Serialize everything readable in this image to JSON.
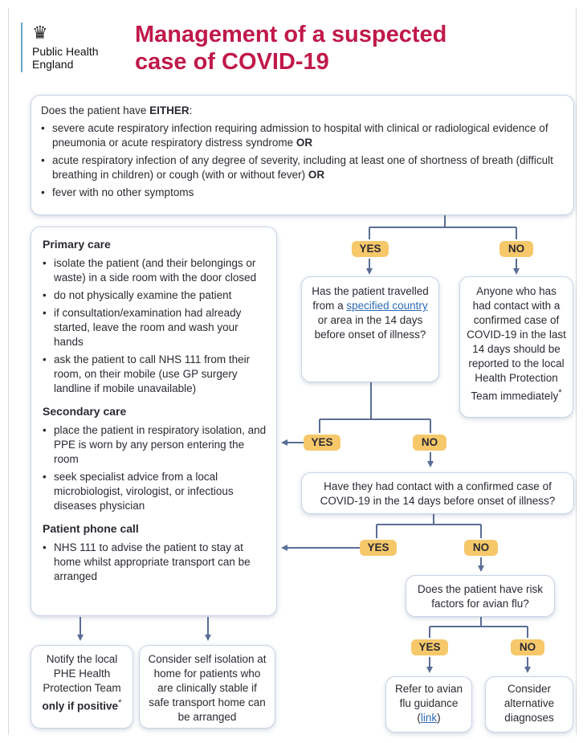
{
  "header": {
    "org_line1": "Public Health",
    "org_line2": "England",
    "title_line1": "Management of a suspected",
    "title_line2": "case of COVID-19"
  },
  "question_box": {
    "intro": "Does the patient have ",
    "intro_bold": "EITHER",
    "intro_end": ":",
    "items": [
      {
        "text": "severe acute respiratory infection requiring admission to hospital with clinical or radiological evidence of pneumonia or acute respiratory distress syndrome ",
        "bold": "OR"
      },
      {
        "text": "acute respiratory infection of any degree of severity, including at least one of shortness of breath (difficult breathing in children) or cough (with or without fever) ",
        "bold": "OR"
      },
      {
        "text": "fever with no other symptoms",
        "bold": ""
      }
    ]
  },
  "care_box": {
    "primary_title": "Primary care",
    "primary_items": [
      "isolate the patient (and their belongings or waste) in a side room with the door closed",
      "do not physically examine the patient",
      "if consultation/examination had already started, leave the room and wash your hands",
      "ask the patient to call NHS 111 from their room, on their mobile (use GP surgery landline if mobile unavailable)"
    ],
    "secondary_title": "Secondary care",
    "secondary_items": [
      "place the patient in respiratory isolation, and PPE is worn by any person entering the room",
      "seek specialist advice from a local microbiologist, virologist, or infectious diseases physician"
    ],
    "phone_title": "Patient phone call",
    "phone_items": [
      "NHS 111 to advise the patient to stay at home whilst appropriate transport can be arranged"
    ]
  },
  "labels": {
    "yes": "YES",
    "no": "NO"
  },
  "travel_box": {
    "pre": "Has the patient travelled from a ",
    "link": "specified country",
    "post": " or area in the 14 days before onset of illness?"
  },
  "contact_report_box": {
    "text": "Anyone who has had contact with a confirmed case of COVID-19 in the last 14 days should be reported to the local Health Protection Team immediately",
    "mark": "*"
  },
  "contact_question_box": {
    "text": "Have they had contact with a confirmed case of COVID-19 in the 14 days before onset of illness?"
  },
  "avian_box": {
    "text": "Does the patient have risk factors for avian flu?"
  },
  "notify_box": {
    "pre": "Notify the local PHE Health Protection Team ",
    "bold": "only if positive",
    "mark": "*"
  },
  "self_isolation_box": {
    "text": "Consider self isolation at home for patients who are clinically stable if safe transport home can be arranged"
  },
  "avian_refer_box": {
    "pre": "Refer to avian flu guidance (",
    "link": "link",
    "post": ")"
  },
  "alternative_box": {
    "text": "Consider alternative diagnoses"
  },
  "colors": {
    "title": "#c0194a",
    "tag": "#f6c86a",
    "arrow": "#5a6d95",
    "box_border": "#c9d4e6"
  }
}
